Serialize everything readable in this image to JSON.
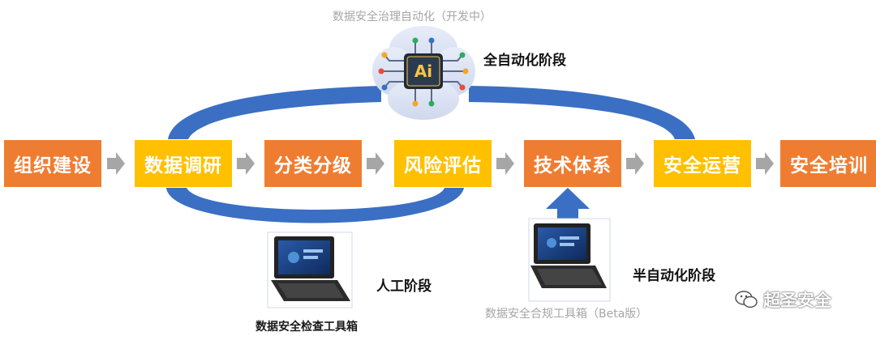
{
  "top_caption": "数据安全治理自动化（开发中）",
  "boxes": [
    {
      "label": "组织建设",
      "color": "#ef7d31"
    },
    {
      "label": "数据调研",
      "color": "#ffc000"
    },
    {
      "label": "分类分级",
      "color": "#ef7d31"
    },
    {
      "label": "风险评估",
      "color": "#ffc000"
    },
    {
      "label": "技术体系",
      "color": "#ef7d31"
    },
    {
      "label": "安全运营",
      "color": "#ffc000"
    },
    {
      "label": "安全培训",
      "color": "#ef7d31"
    }
  ],
  "stages": {
    "full_auto": "全自动化阶段",
    "manual": "人工阶段",
    "semi_auto": "半自动化阶段"
  },
  "ai_chip_label": "Ai",
  "tools": {
    "inspection_toolbox": "数据安全检查工具箱",
    "compliance_toolbox": "数据安全合规工具箱（Beta版）"
  },
  "watermark": "超圣安全",
  "colors": {
    "arc_blue": "#3a6fc4",
    "arrow_gray": "#a6a6a6",
    "orange": "#ef7d31",
    "yellow": "#ffc000"
  }
}
